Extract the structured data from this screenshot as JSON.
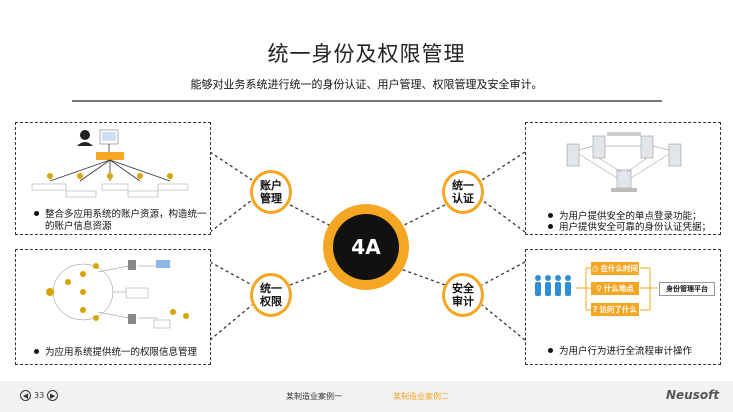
{
  "header": {
    "title": "统一身份及权限管理",
    "subtitle": "能够对业务系统进行统一的身份认证、用户管理、权限管理及安全审计。"
  },
  "center": {
    "label": "4A"
  },
  "nodes": {
    "account": "账户管理",
    "auth": "统一认证",
    "permission": "统一权限",
    "audit": "安全审计"
  },
  "panels": {
    "account": {
      "bullet": "整合多应用系统的账户资源，构造统一的账户信息资源"
    },
    "auth": {
      "bullets": [
        "为用户提供安全的单点登录功能；",
        "用户提供安全可靠的身份认证凭据；"
      ]
    },
    "permission": {
      "bullet": "为应用系统提供统一的权限信息管理"
    },
    "audit": {
      "bullet": "为用户行为进行全流程审计操作",
      "labels": [
        "在什么时间",
        "什么地点",
        "访问了什么"
      ],
      "platform": "身份管理平台"
    }
  },
  "footer": {
    "page": "33",
    "case1": "某制造业案例一",
    "case2": "某制造业案例二",
    "brand": "Neusoft"
  },
  "colors": {
    "accent": "#f5a623",
    "dark": "#111111",
    "dash": "#333333"
  }
}
